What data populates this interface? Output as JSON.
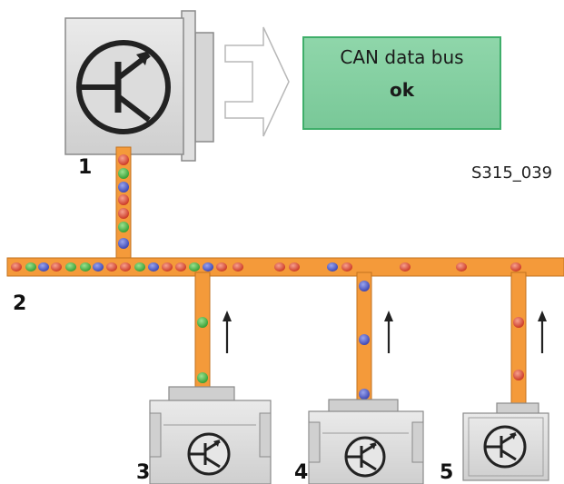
{
  "status": {
    "line1": "CAN data bus",
    "line2": "ok"
  },
  "figure_code": "S315_039",
  "labels": {
    "control_unit_1": "1",
    "bus": "2",
    "control_unit_3": "3",
    "control_unit_4": "4",
    "control_unit_5": "5"
  },
  "colors": {
    "bus_orange": "#f49a3a",
    "status_box_fill": "#85cfa0",
    "status_box_border": "#3fae6a",
    "unit_gray": "#d9d9d9",
    "bit_red": "#d9412b",
    "bit_green": "#3fae3f",
    "bit_blue": "#4a56c4"
  },
  "icons": {
    "transistor": "transistor-icon",
    "signal_arrow": "outline-arrow-right-icon",
    "flow_arrow": "arrow-up-icon"
  }
}
